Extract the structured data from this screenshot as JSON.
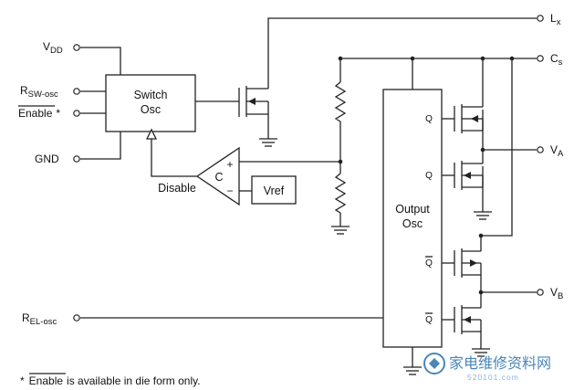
{
  "pins": {
    "vdd": "V",
    "vdd_sub": "DD",
    "rsw": "R",
    "rsw_sub": "SW-osc",
    "enable": "Enable",
    "enable_star": "*",
    "gnd": "GND",
    "rel": "R",
    "rel_sub": "EL-osc",
    "lx": "L",
    "lx_sub": "x",
    "cs": "C",
    "cs_sub": "s",
    "va": "V",
    "va_sub": "A",
    "vb": "V",
    "vb_sub": "B"
  },
  "blocks": {
    "switch_osc_l1": "Switch",
    "switch_osc_l2": "Osc",
    "output_osc_l1": "Output",
    "output_osc_l2": "Osc",
    "vref": "Vref",
    "comparator": "C",
    "plus": "+",
    "minus": "−",
    "disable": "Disable"
  },
  "gate_labels": {
    "q1": "Q",
    "q2": "Q",
    "qbar1": "Q",
    "qbar2": "Q"
  },
  "footnote": {
    "star": "*",
    "enable": "Enable",
    "rest": "is available in die form only."
  },
  "watermark": {
    "text": "家电维修资料网",
    "sub": "520101.com"
  },
  "colors": {
    "line": "#222222",
    "watermark": "#4a86b8"
  }
}
